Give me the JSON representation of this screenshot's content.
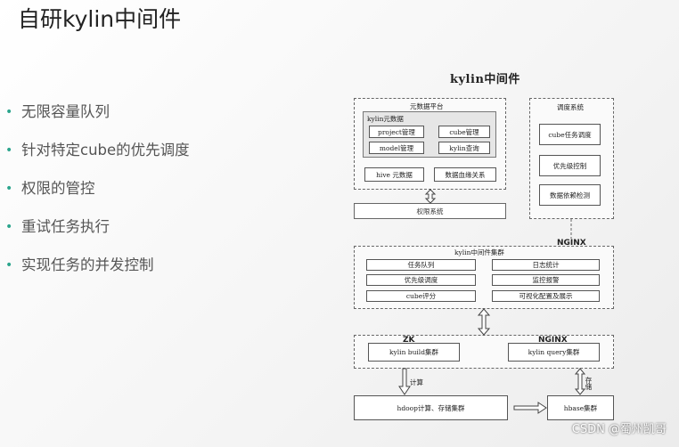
{
  "slide_title": "自研kylin中间件",
  "bullets": [
    "无限容量队列",
    "针对特定cube的优先调度",
    "权限的管控",
    "重试任务执行",
    "实现任务的并发控制"
  ],
  "diagram": {
    "title": "kylin中间件",
    "metadata_platform": {
      "label": "元数据平台",
      "kylin_meta_label": "kylin元数据",
      "items": [
        "project管理",
        "cube管理",
        "model管理",
        "kylin查询"
      ],
      "hive": "hive 元数据",
      "lineage": "数据血缘关系"
    },
    "permission": "权限系统",
    "scheduler": {
      "label": "调度系统",
      "items": [
        "cube任务调度",
        "优先级控制",
        "数据依赖检测"
      ]
    },
    "nginx_top": "NGINX",
    "middleware": {
      "label": "kylin中间件集群",
      "left": [
        "任务队列",
        "优先级调度",
        "cube评分"
      ],
      "right": [
        "日志统计",
        "监控报警",
        "可视化配置及展示"
      ]
    },
    "zk": "ZK",
    "nginx": "NGINX",
    "build_cluster": "kylin build集群",
    "query_cluster": "kylin query集群",
    "calc_label": "计算",
    "store_label": "存储",
    "hadoop": "hdoop计算、存储集群",
    "hbase": "hbase集群"
  },
  "watermark": "CSDN @蜀州凯哥"
}
